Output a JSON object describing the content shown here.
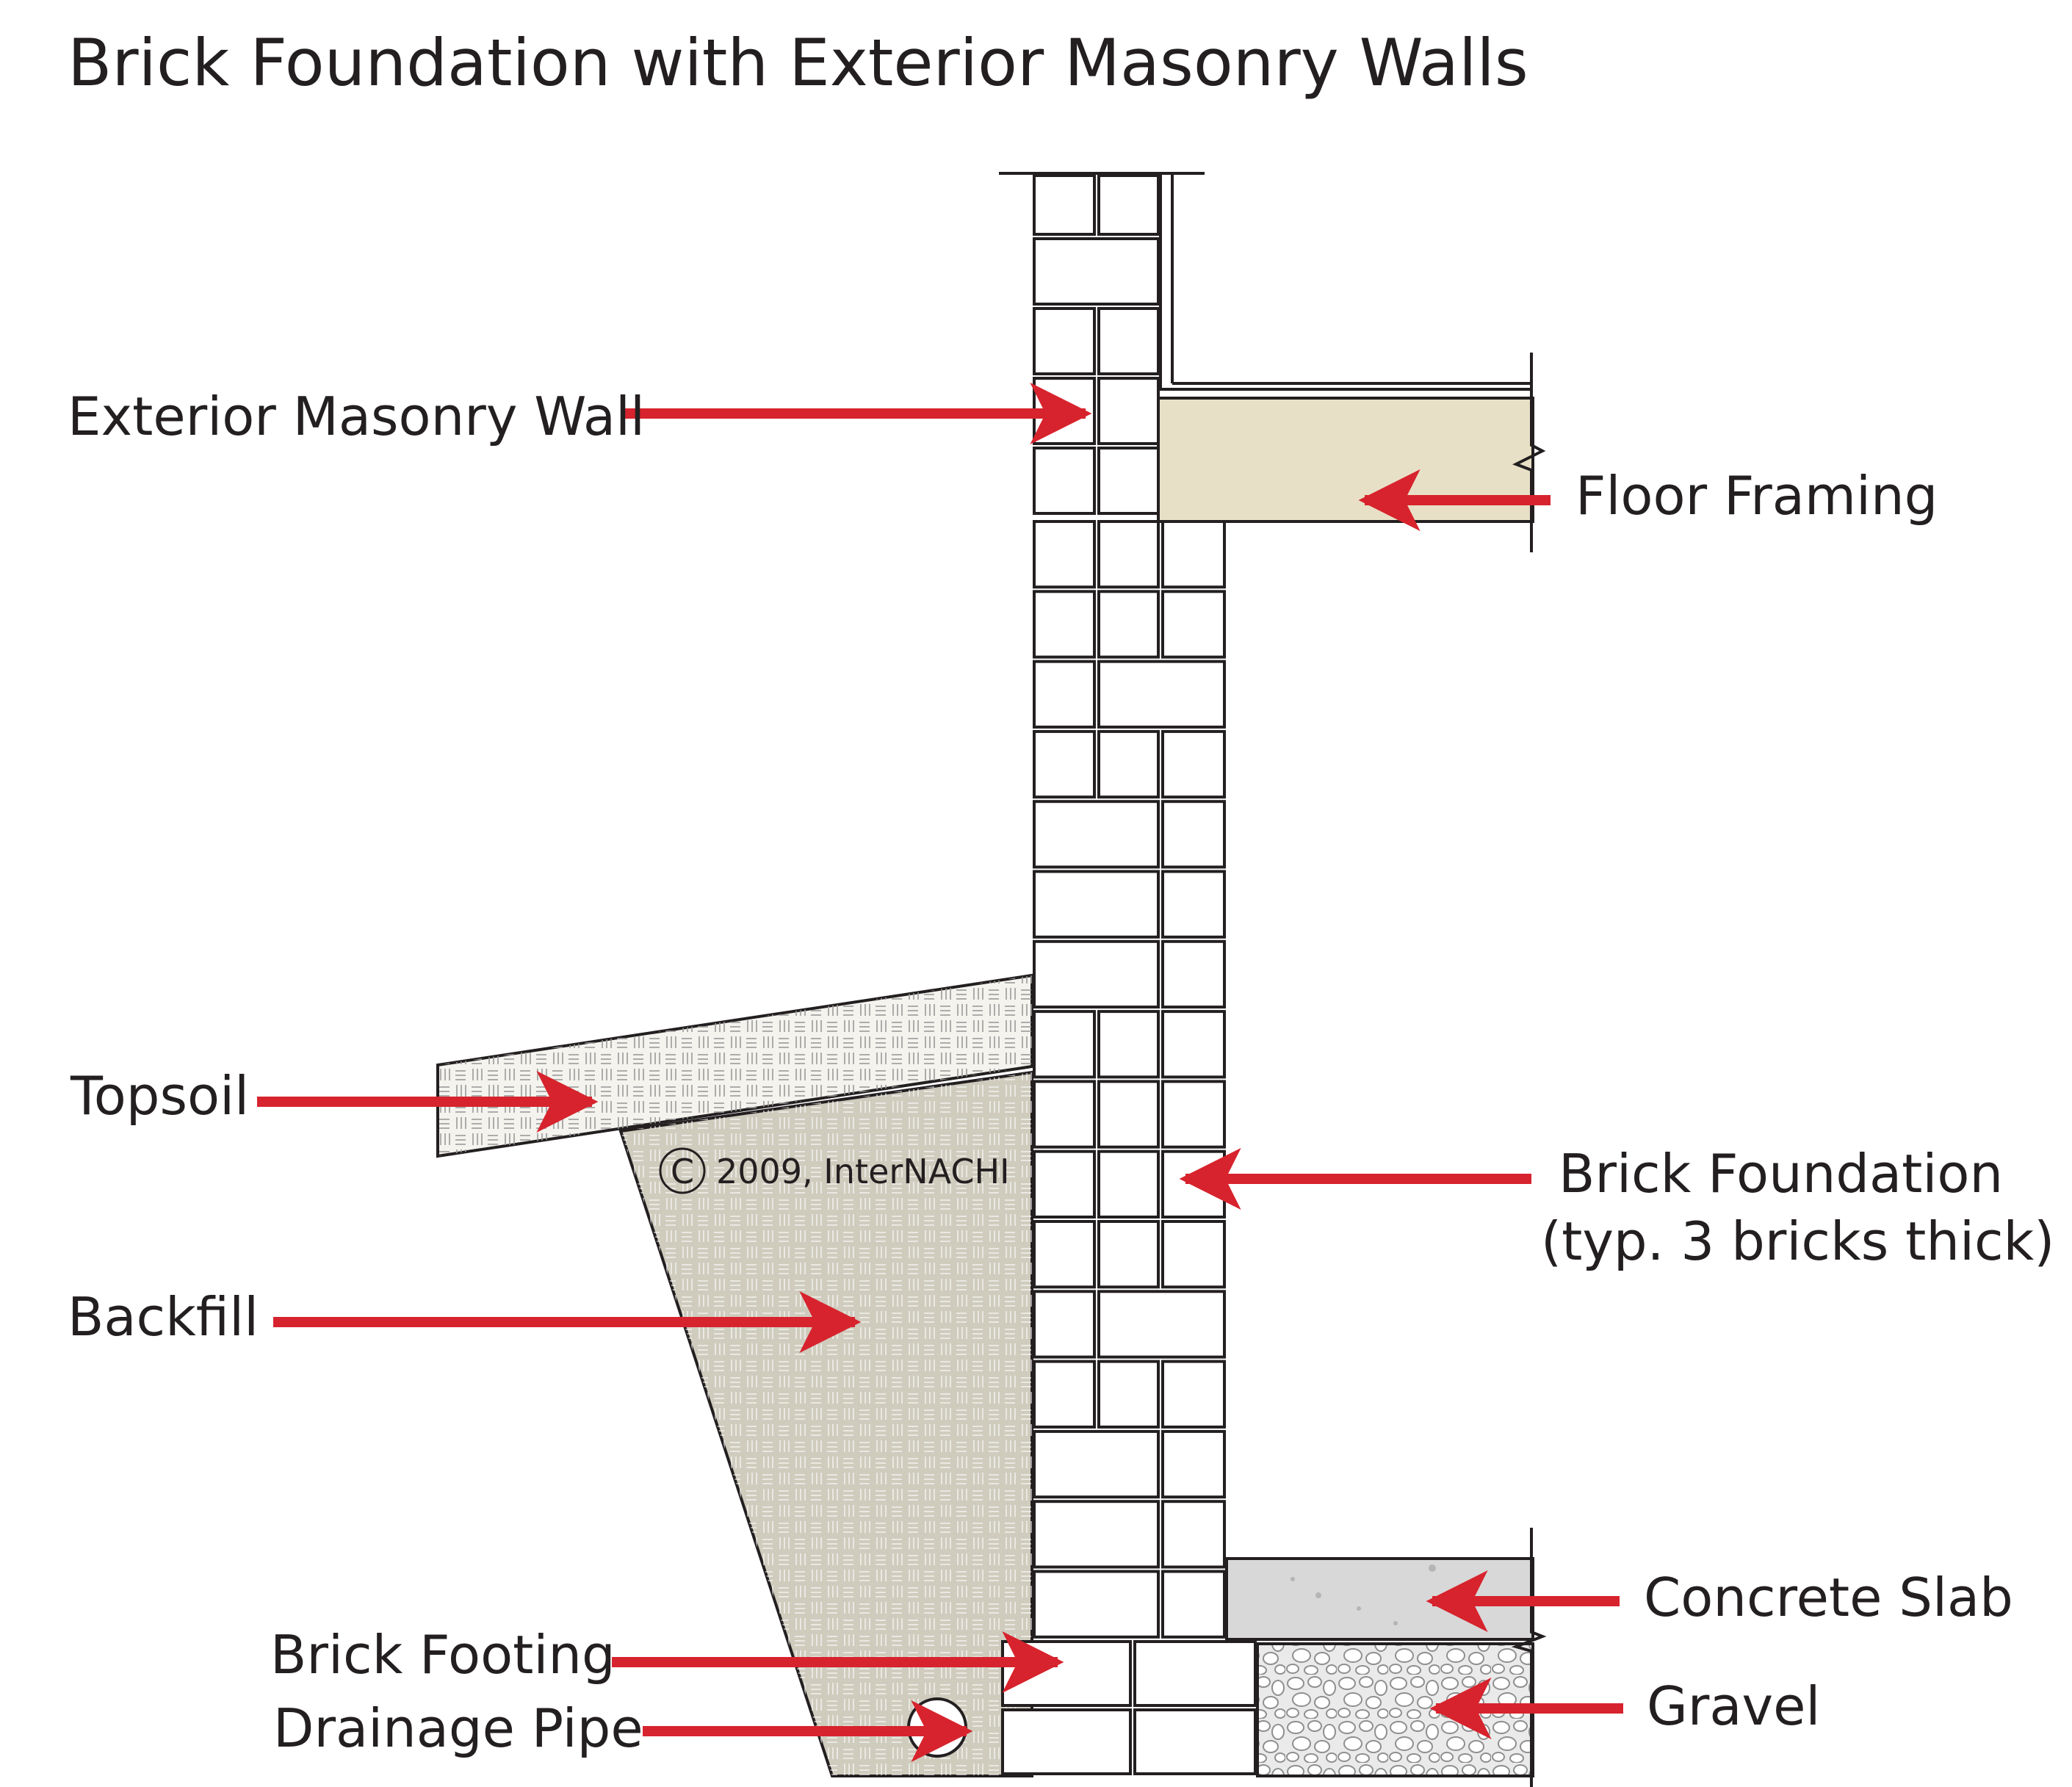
{
  "title": "Brick Foundation with Exterior Masonry Walls",
  "copyright": {
    "symbol": "C",
    "text": "2009, InterNACHI"
  },
  "labels": {
    "exterior_wall": "Exterior Masonry Wall",
    "floor_framing": "Floor Framing",
    "topsoil": "Topsoil",
    "brick_foundation_line1": "Brick Foundation",
    "brick_foundation_line2": "(typ. 3 bricks thick)",
    "backfill": "Backfill",
    "concrete_slab": "Concrete Slab",
    "brick_footing": "Brick Footing",
    "gravel": "Gravel",
    "drainage_pipe": "Drainage Pipe"
  },
  "colors": {
    "arrow": "#d7232d",
    "outline": "#231f20",
    "floor_framing": "#e8e0c6",
    "backfill": "#cfccbe",
    "topsoil": "#f2f1ec",
    "concrete": "#d8d8d8",
    "gravel": "#e6e6e6",
    "brick": "#ffffff"
  }
}
